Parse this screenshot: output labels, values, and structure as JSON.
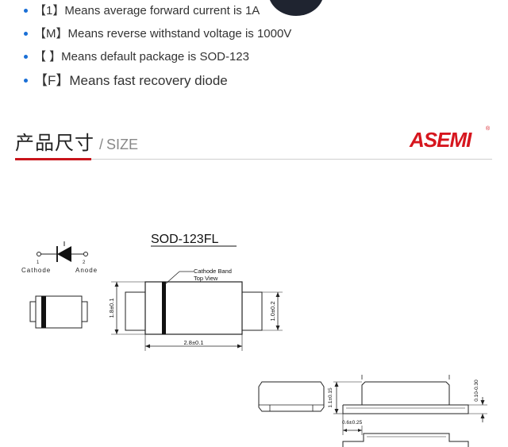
{
  "bullets": [
    "【1】Means average forward current is 1A",
    "【M】Means reverse withstand voltage is 1000V",
    "【 】Means default package is SOD-123",
    "【F】Means fast recovery diode"
  ],
  "section": {
    "title_cn": "产品尺寸",
    "separator": "/",
    "title_en": "SIZE"
  },
  "brand": {
    "logo": "ASEMI",
    "registered": "®",
    "accent_color": "#c8141b"
  },
  "drawing": {
    "package_name": "SOD-123FL",
    "cathode_label": "Cathode",
    "anode_label": "Anode",
    "pin1": "1",
    "pin2": "2",
    "band_label": "Cathode Band",
    "view_label": "Top View",
    "dim_width": "2.8±0.1",
    "dim_height": "1.8±0.1",
    "dim_lead_width": "1.0±0.2",
    "dim_body_height": "1.1±0.15",
    "dim_lead_thickness": "0.10-0.30",
    "dim_lead_length": "0.6±0.25"
  }
}
